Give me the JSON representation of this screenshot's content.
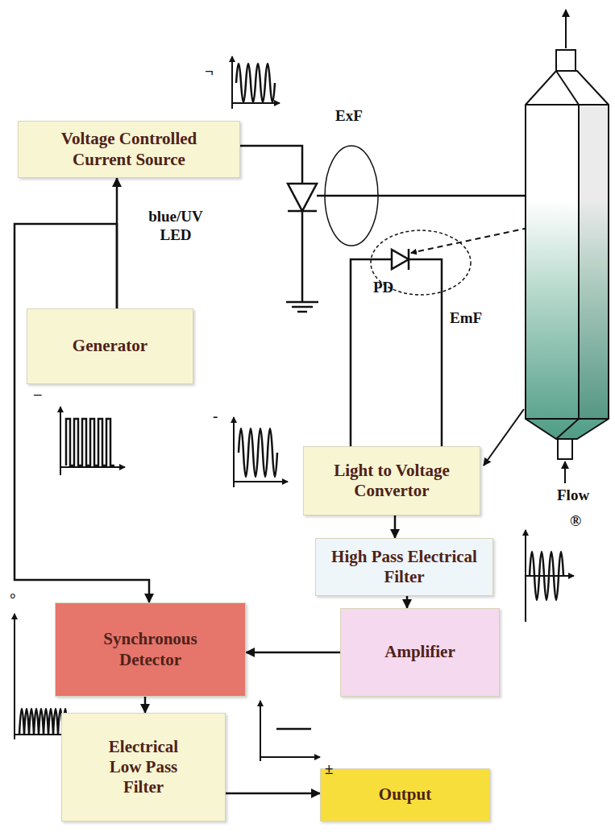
{
  "diagram": {
    "nodes": [
      {
        "text": [
          "Voltage Controlled Current Source"
        ]
      },
      {
        "text": [
          "Generator"
        ]
      },
      {
        "text": [
          "Light to Voltage Convertor"
        ]
      },
      {
        "text": [
          "High Pass Electrical Filter"
        ]
      },
      {
        "text": [
          "Synchronous Detector"
        ]
      },
      {
        "text": [
          "Amplifier"
        ]
      },
      {
        "text": [
          "Electrical Low Pass Filter"
        ]
      },
      {
        "text": [
          "Output"
        ]
      }
    ],
    "edges": [
      {
        "from": 1,
        "to": 0,
        "arrow": "to"
      },
      {
        "from": 1,
        "to": 4,
        "arrow": "to"
      },
      {
        "from": 2,
        "to": 3,
        "arrow": "to"
      },
      {
        "from": 3,
        "to": 5,
        "arrow": "to"
      },
      {
        "from": 5,
        "to": 4,
        "arrow": "to"
      },
      {
        "from": 4,
        "to": 6,
        "arrow": "to"
      },
      {
        "from": 6,
        "to": 7,
        "arrow": "to"
      }
    ],
    "labels": [
      "¬",
      "ExF",
      "blue/UV LED",
      "EmF",
      "PD",
      "Flow",
      "–",
      "-",
      "®",
      "°",
      "±"
    ]
  }
}
